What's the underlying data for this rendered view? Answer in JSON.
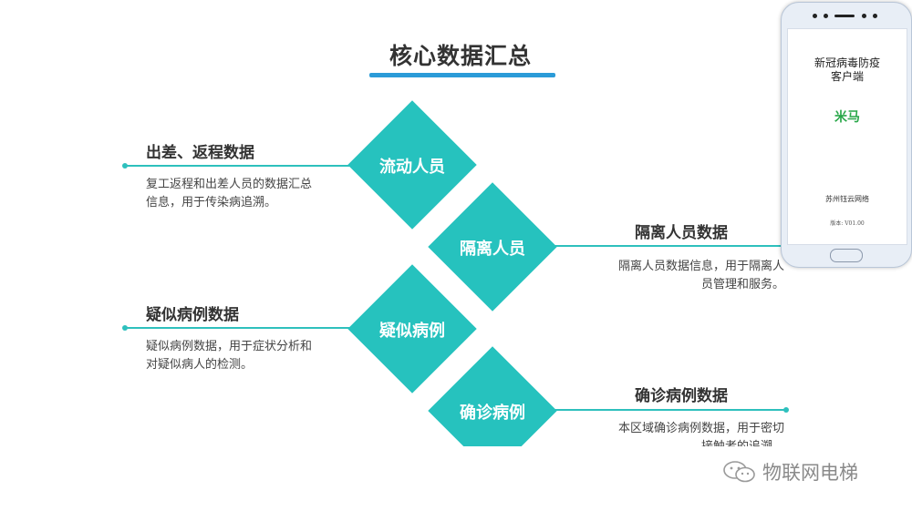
{
  "title": "核心数据汇总",
  "diamonds": [
    "流动人员",
    "隔离人员",
    "疑似病例",
    "确诊病例"
  ],
  "items": [
    {
      "heading": "出差、返程数据",
      "desc": [
        "复工返程和出差人员的数据汇总",
        "信息，用于传染病追溯。"
      ]
    },
    {
      "heading": "隔离人员数据",
      "desc": [
        "隔离人员数据信息，用于隔离人",
        "员管理和服务。"
      ]
    },
    {
      "heading": "疑似病例数据",
      "desc": [
        "疑似病例数据，用于症状分析和",
        "对疑似病人的检测。"
      ]
    },
    {
      "heading": "确诊病例数据",
      "desc": [
        "本区域确诊病例数据，用于密切",
        "接触者的追溯。"
      ]
    }
  ],
  "phone": {
    "title_line1": "新冠病毒防疫",
    "title_line2": "客户端",
    "logo": "米马",
    "company": "苏州钰云网络",
    "version": "版本: V01.00"
  },
  "watermark": "物联网电梯",
  "colors": {
    "accent": "#26c2be",
    "title_bar": "#2b9bd8"
  }
}
